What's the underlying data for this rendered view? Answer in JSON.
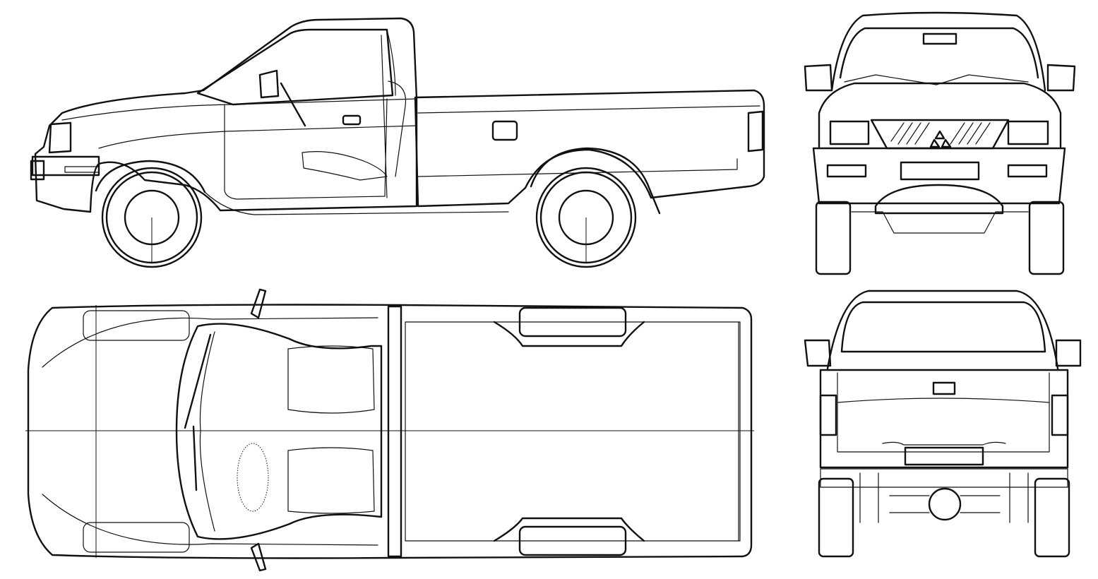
{
  "drawing": {
    "views": [
      {
        "id": "side",
        "view": "side"
      },
      {
        "id": "front",
        "view": "front"
      },
      {
        "id": "top",
        "view": "top"
      },
      {
        "id": "rear",
        "view": "rear"
      }
    ],
    "line_color": "#111111",
    "background_color": "#ffffff"
  }
}
